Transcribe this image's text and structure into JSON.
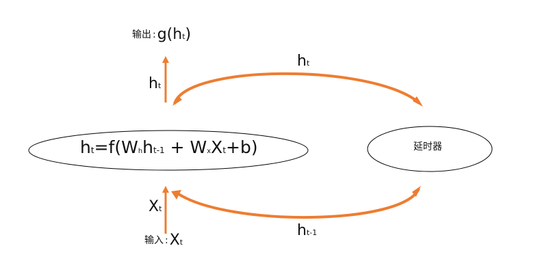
{
  "colors": {
    "arrow": "#ED7D31",
    "outline": "#000000",
    "text": "#111111"
  },
  "labels": {
    "output_cn": "输出",
    "output_colon": ":",
    "output_expr_main": "g(h",
    "output_expr_sub": "t",
    "output_expr_close": ")",
    "ht_up_main": "h",
    "ht_up_sub": "t",
    "ht_top_main": "h",
    "ht_top_sub": "t",
    "xt_main": "X",
    "xt_sub": "t",
    "ht1_main": "h",
    "ht1_sub": "t-1",
    "input_cn": "输入",
    "input_colon": ":",
    "input_main": "X",
    "input_sub": "t"
  },
  "formula": {
    "p1": "h",
    "s1": "t",
    "p2": "=f(W",
    "s2": "h",
    "p3": "h",
    "s3": "t-1",
    "p4": " + W",
    "s4": "x",
    "p5": "X",
    "s5": "t",
    "p6": "+b)"
  },
  "nodes": {
    "delay": "延时器"
  }
}
